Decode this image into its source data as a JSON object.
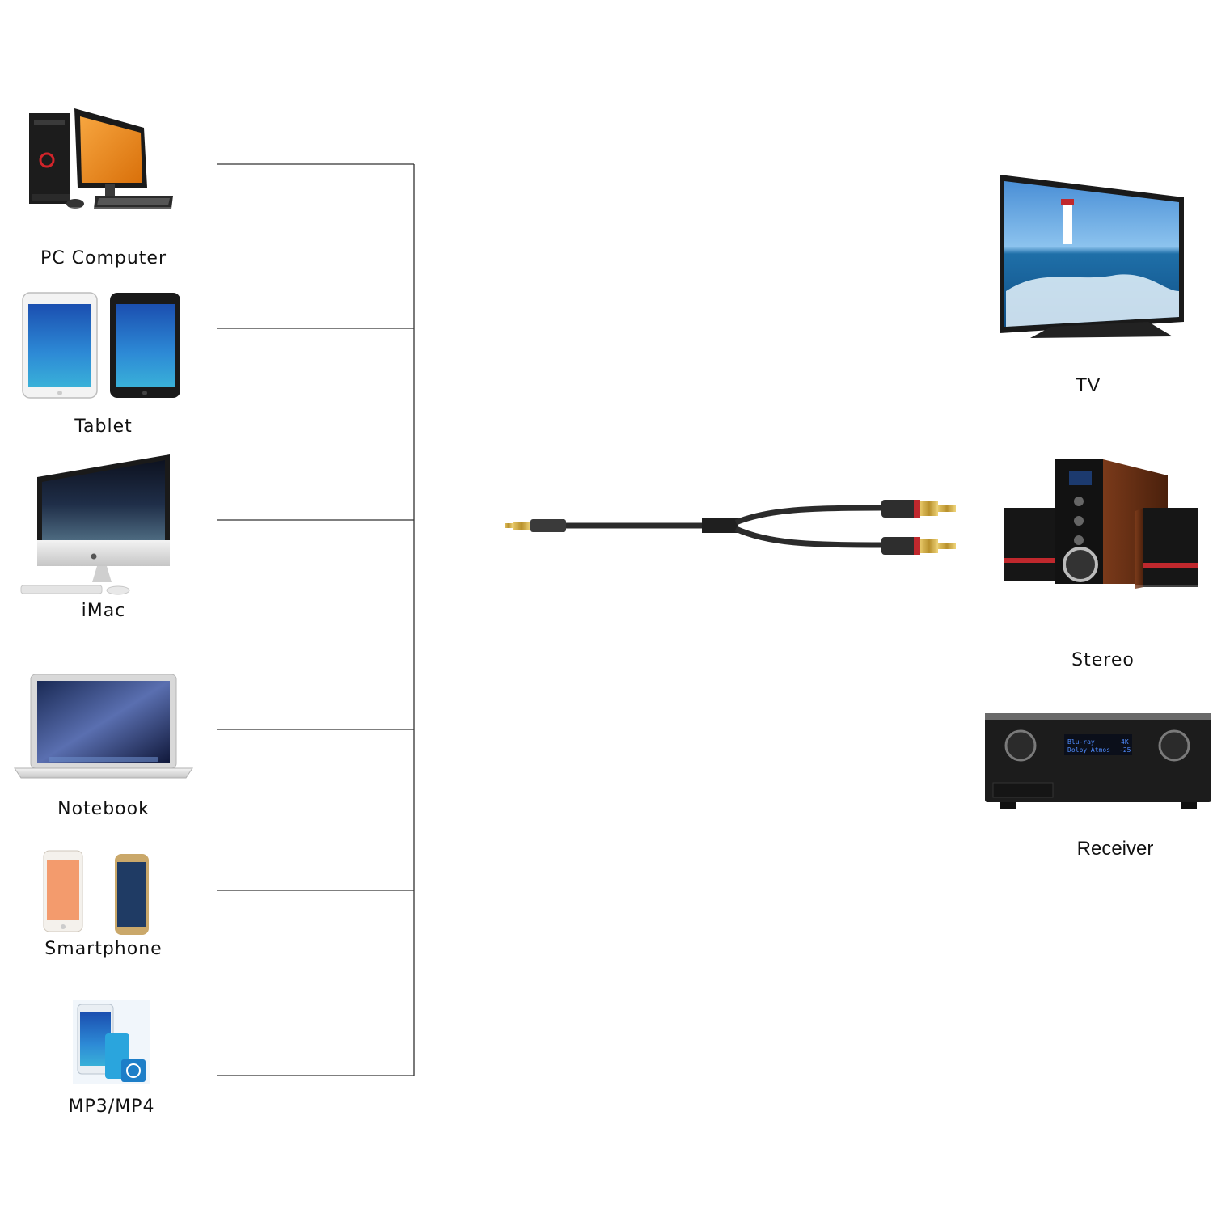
{
  "sources": [
    {
      "id": "pc",
      "label": "PC Computer",
      "icon": "pc-computer-icon"
    },
    {
      "id": "tablet",
      "label": "Tablet",
      "icon": "tablet-icon"
    },
    {
      "id": "imac",
      "label": "iMac",
      "icon": "imac-icon"
    },
    {
      "id": "notebook",
      "label": "Notebook",
      "icon": "notebook-icon"
    },
    {
      "id": "smartphone",
      "label": "Smartphone",
      "icon": "smartphone-icon"
    },
    {
      "id": "mp3",
      "label": "MP3/MP4",
      "icon": "mp3-player-icon"
    }
  ],
  "targets": [
    {
      "id": "tv",
      "label": "TV",
      "icon": "tv-icon"
    },
    {
      "id": "stereo",
      "label": "Stereo",
      "icon": "stereo-speakers-icon"
    },
    {
      "id": "receiver",
      "label": "Receiver",
      "icon": "av-receiver-icon"
    }
  ],
  "cable": {
    "icon": "aux-to-rca-cable-icon"
  },
  "receiver_display": {
    "line1": "Blu-ray",
    "line1_right": "4K",
    "line2": "Dolby Atmos",
    "line2_right": "-25"
  },
  "colors": {
    "accent_orange": "#f08a1c",
    "cable": "#2b2b2b",
    "rca_red": "#c0282d",
    "gold": "#c9a544",
    "wood": "#6b3418"
  }
}
